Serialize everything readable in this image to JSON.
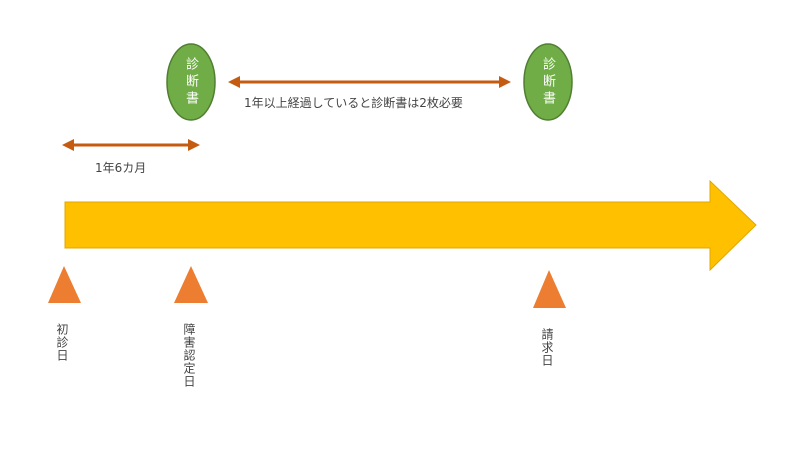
{
  "colors": {
    "timeline_arrow": "#FFC000",
    "timeline_arrow_border": "#E0A800",
    "milestone_triangle": "#ED7D31",
    "certificate_oval": "#70AD47",
    "certificate_oval_border": "#507E32",
    "span_arrow": "#C55A11"
  },
  "certificates": [
    {
      "label": "診断書"
    },
    {
      "label": "診断書"
    }
  ],
  "spans": {
    "short": "1年6カ月",
    "long": "1年以上経過していると診断書は2枚必要"
  },
  "milestones": [
    {
      "label": "初診日"
    },
    {
      "label": "障害認定日"
    },
    {
      "label": "請求日"
    }
  ]
}
